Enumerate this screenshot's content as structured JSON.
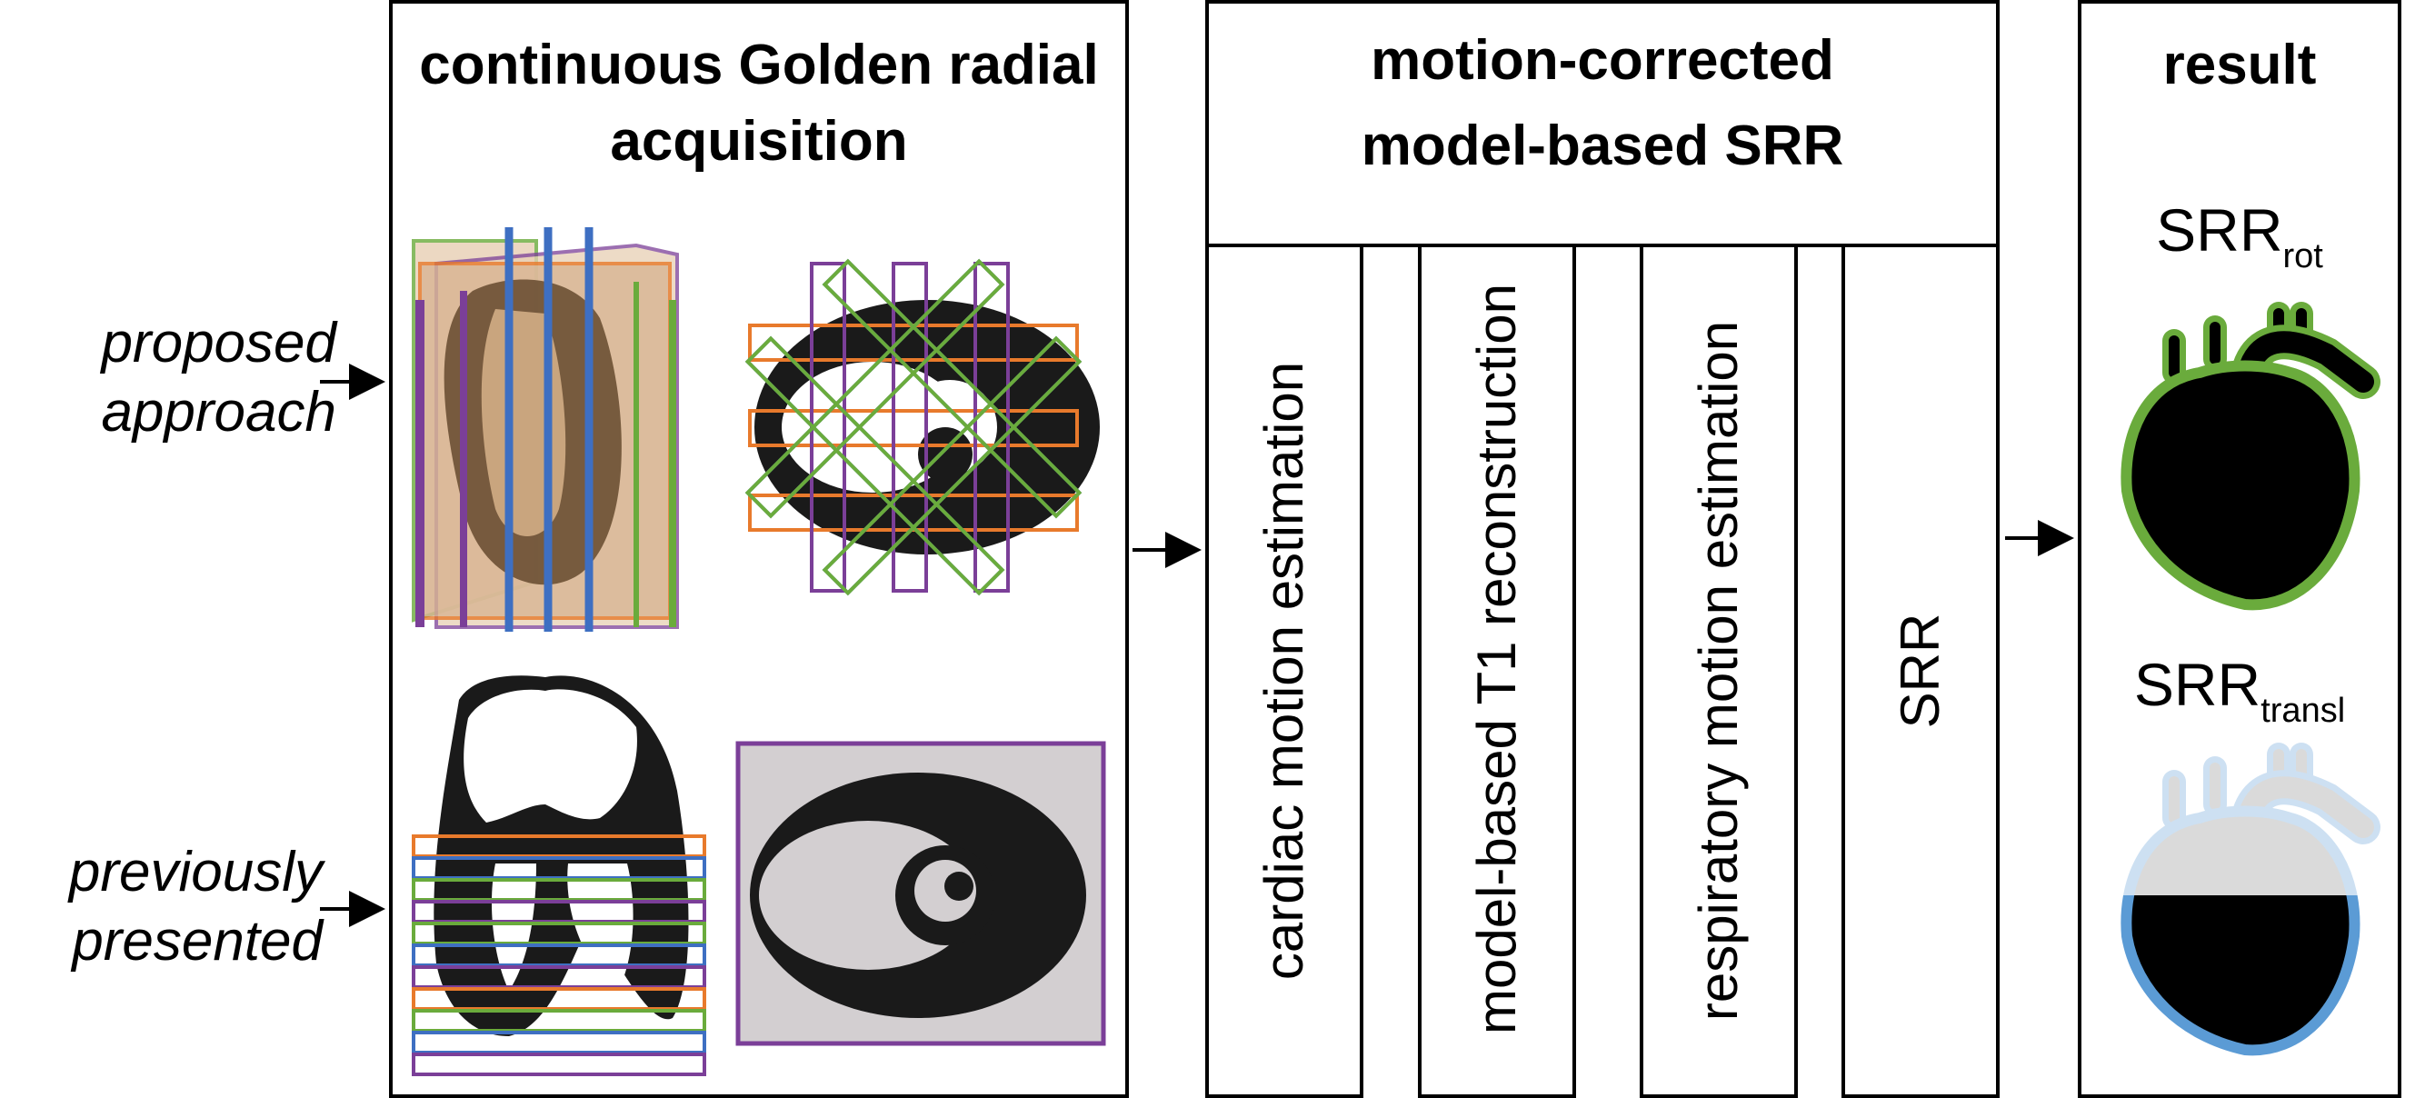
{
  "left_labels": {
    "proposed": [
      "proposed",
      "approach"
    ],
    "previous": [
      "previously",
      "presented"
    ]
  },
  "acquisition": {
    "title_line1": "continuous Golden radial",
    "title_line2": "acquisition"
  },
  "srr_panel": {
    "title_line1": "motion-corrected",
    "title_line2": "model-based SRR",
    "steps": [
      "cardiac motion estimation",
      "model-based T1 reconstruction",
      "respiratory motion estimation",
      "SRR"
    ]
  },
  "result": {
    "title": "result",
    "rot_main": "SRR",
    "rot_sub": "rot",
    "transl_main": "SRR",
    "transl_sub": "transl"
  },
  "colors": {
    "orange": "#e87a2c",
    "green": "#6aab3c",
    "purple": "#7b3f98",
    "blue": "#3e6fc2",
    "light_blue": "#5b9bd5"
  }
}
